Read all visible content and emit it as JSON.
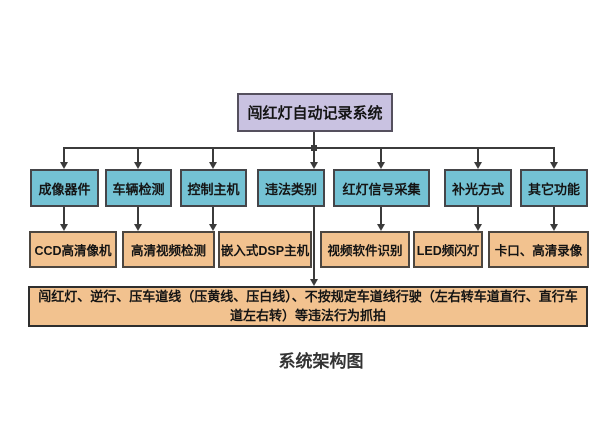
{
  "diagram": {
    "root": "闯红灯自动记录系统",
    "level2": [
      "成像器件",
      "车辆检测",
      "控制主机",
      "违法类别",
      "红灯信号采集",
      "补光方式",
      "其它功能"
    ],
    "level3": [
      "CCD高清像机",
      "高清视频检测",
      "嵌入式DSP主机",
      "视频软件识别",
      "LED频闪灯",
      "卡口、高清录像"
    ],
    "bottom": "闯红灯、逆行、压车道线（压黄线、压白线）、不按规定车道线行驶（左右转车道直行、直行车道左右转）等违法行为抓拍",
    "caption": "系统架构图",
    "colors": {
      "root_fill": "#c9c2e1",
      "level2_fill": "#74c2d4",
      "level3_fill": "#f2c28f",
      "bottom_fill": "#f2c28f",
      "line": "#3b3b3b"
    }
  }
}
